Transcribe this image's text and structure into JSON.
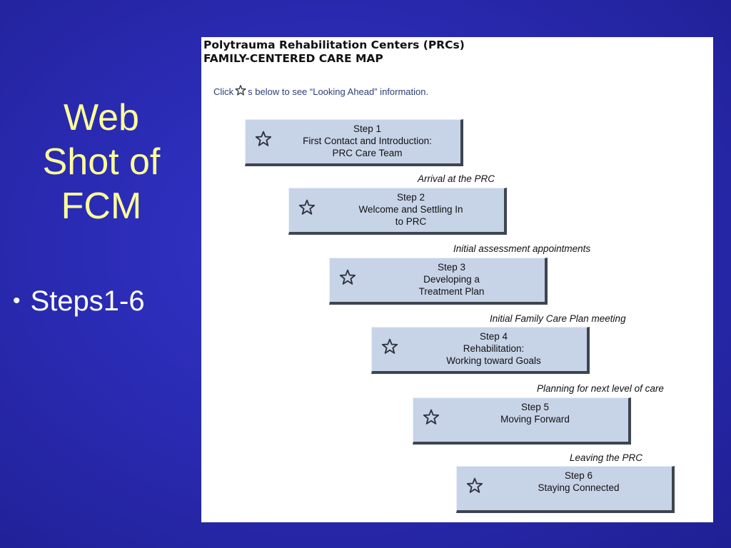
{
  "slide": {
    "title_lines": [
      "Web",
      "Shot of",
      "FCM"
    ],
    "bullets": [
      "Steps1-6"
    ]
  },
  "web_shot": {
    "heading_line1": "Polytrauma Rehabilitation Centers (PRCs)",
    "heading_line2": "FAMILY-CENTERED CARE MAP",
    "instruction_before": "Click",
    "instruction_after": "s below to see “Looking Ahead” information.",
    "instruction_icon": "star-outline-icon",
    "steps": [
      {
        "lines": [
          "Step 1",
          "First Contact and Introduction:",
          "PRC Care Team"
        ],
        "icon": "star-outline-icon"
      },
      {
        "lines": [
          "Step 2",
          "Welcome and Settling In",
          "to PRC"
        ],
        "icon": "star-outline-icon"
      },
      {
        "lines": [
          "Step 3",
          "Developing a",
          "Treatment Plan"
        ],
        "icon": "star-outline-icon"
      },
      {
        "lines": [
          "Step 4",
          "Rehabilitation:",
          "Working toward Goals"
        ],
        "icon": "star-outline-icon"
      },
      {
        "lines": [
          "Step 5",
          "Moving Forward"
        ],
        "icon": "star-outline-icon"
      },
      {
        "lines": [
          "Step 6",
          "Staying Connected"
        ],
        "icon": "star-outline-icon"
      }
    ],
    "transitions": [
      "Arrival at the PRC",
      "Initial assessment appointments",
      "Initial Family Care Plan meeting",
      "Planning for next level of care",
      "Leaving the PRC"
    ]
  },
  "colors": {
    "background": "#2a2bb4",
    "title": "#ffff99",
    "bullet_text": "#ffffff",
    "step_fill": "#c7d4e8",
    "step_shadow": "#3e4450",
    "instruction_text": "#2d3f7a"
  }
}
